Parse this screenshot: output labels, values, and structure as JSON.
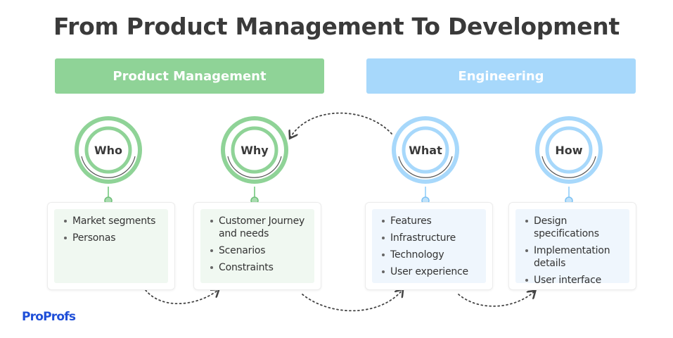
{
  "title": "From Product Management To Development",
  "bands": {
    "product_management": "Product Management",
    "engineering": "Engineering"
  },
  "colors": {
    "green": "#8fd397",
    "blue": "#a7d8fb",
    "title": "#3a3a3a",
    "logo": "#1f4fd8"
  },
  "stages": [
    {
      "label": "Who",
      "group": "product_management",
      "items": [
        "Market segments",
        "Personas"
      ]
    },
    {
      "label": "Why",
      "group": "product_management",
      "items": [
        "Customer Journey and needs",
        "Scenarios",
        "Constraints"
      ]
    },
    {
      "label": "What",
      "group": "engineering",
      "items": [
        "Features",
        "Infrastructure",
        "Technology",
        "User experience"
      ]
    },
    {
      "label": "How",
      "group": "engineering",
      "items": [
        "Design specifications",
        "Implementation details",
        "User interface"
      ]
    }
  ],
  "logo": "ProProfs"
}
